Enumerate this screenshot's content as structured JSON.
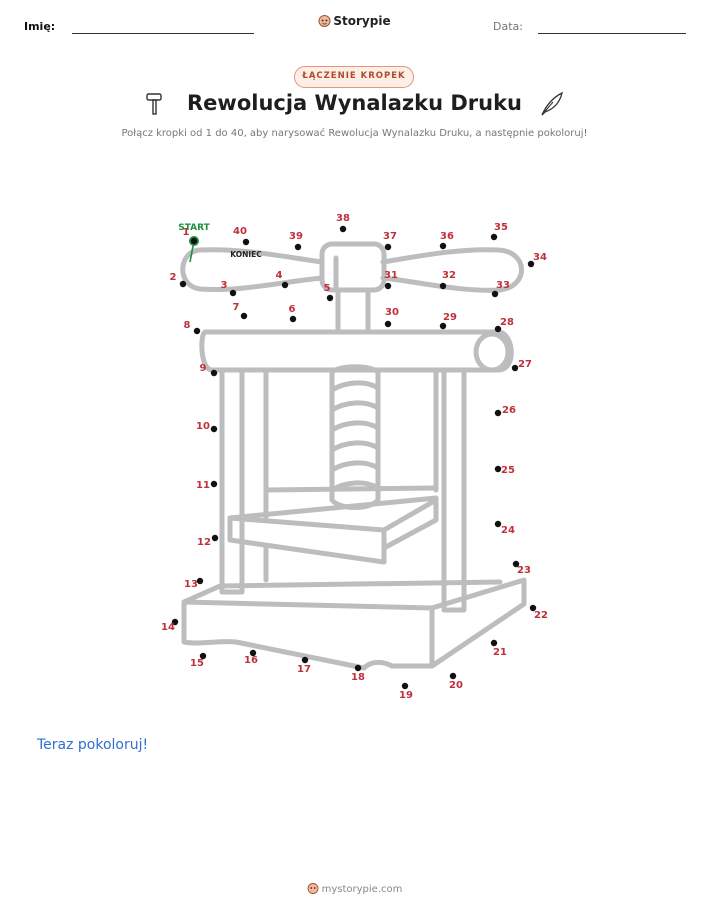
{
  "header": {
    "name_label": "Imię:",
    "brand": "Storypie",
    "date_label": "Data:"
  },
  "badge": "ŁĄCZENIE KROPEK",
  "title": "Rewolucja Wynalazku Druku",
  "subtitle": "Połącz kropki od 1 do 40, aby narysować Rewolucja Wynalazku Druku, a następnie pokoloruj!",
  "start_label": "START",
  "end_label": "KONIEC",
  "dot_labels": [
    "1",
    "2",
    "3",
    "4",
    "5",
    "6",
    "7",
    "8",
    "9",
    "10",
    "11",
    "12",
    "13",
    "14",
    "15",
    "16",
    "17",
    "18",
    "19",
    "20",
    "21",
    "22",
    "23",
    "24",
    "25",
    "26",
    "27",
    "28",
    "29",
    "30",
    "31",
    "32",
    "33",
    "34",
    "35",
    "36",
    "37",
    "38",
    "39",
    "40"
  ],
  "color_prompt": "Teraz pokoloruj!",
  "footer": "mystorypie.com",
  "colors": {
    "dot_label": "#c0303a",
    "start": "#1e8f3e",
    "outline": "#bdbdbf",
    "link": "#2e6fd0"
  }
}
